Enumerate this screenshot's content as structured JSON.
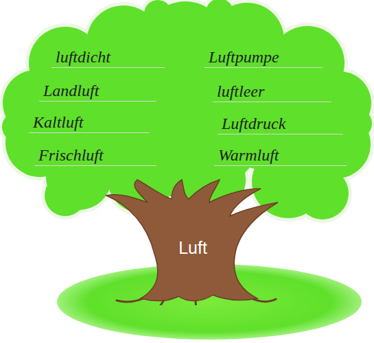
{
  "diagram": {
    "nodes": [
      {
        "text": [
          "luftdicht",
          "Luftpumpe",
          "Landluft",
          "luftleer",
          "Kaltluft",
          "Luftdruck",
          "Frischluft",
          "Warmluft"
        ]
      },
      {
        "text": [
          "Luft"
        ]
      }
    ]
  }
}
